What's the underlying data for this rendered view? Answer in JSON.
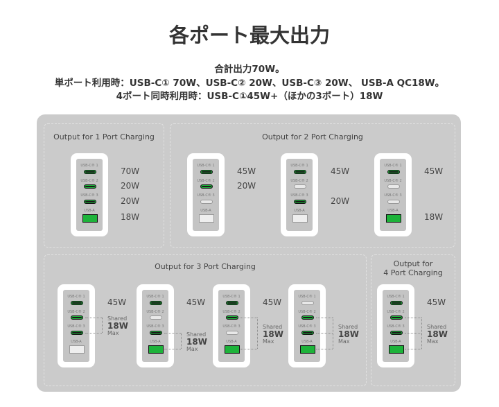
{
  "header": {
    "title": "各ポート最大出力",
    "line1": "合計出力70W。",
    "line2": "単ポート利用時：USB-C① 70W、USB-C② 20W、USB-C③ 20W、 USB-A QC18W。",
    "line3": "4ポート同時利用時：USB-C①45W+（ほかの3ポート）18W"
  },
  "port_labels": [
    "USB-C® 1",
    "USB-C® 2",
    "USB-C® 3",
    "USB-A"
  ],
  "shared": {
    "label": "Shared",
    "value": "18W",
    "max": "Max"
  },
  "colors": {
    "active": "#1db33a",
    "panel": "#cbcbcb"
  },
  "panels": [
    {
      "title": "Output for 1 Port Charging",
      "chargers": [
        {
          "active": [
            true,
            true,
            true,
            true
          ],
          "watts": [
            "70W",
            "20W",
            "20W",
            "18W"
          ]
        }
      ]
    },
    {
      "title": "Output for 2 Port Charging",
      "chargers": [
        {
          "active": [
            true,
            true,
            false,
            false
          ],
          "watts": [
            "45W",
            "20W",
            "",
            ""
          ]
        },
        {
          "active": [
            true,
            false,
            true,
            false
          ],
          "watts": [
            "45W",
            "",
            "20W",
            ""
          ]
        },
        {
          "active": [
            true,
            false,
            false,
            true
          ],
          "watts": [
            "45W",
            "",
            "",
            "18W"
          ]
        }
      ]
    },
    {
      "title": "Output for 3 Port Charging",
      "chargers": [
        {
          "active": [
            true,
            true,
            true,
            false
          ],
          "watts": [
            "45W",
            "",
            "",
            ""
          ],
          "shared_rows": [
            1,
            2
          ]
        },
        {
          "active": [
            true,
            false,
            true,
            true
          ],
          "watts": [
            "45W",
            "",
            "",
            ""
          ],
          "shared_rows": [
            2,
            3
          ]
        },
        {
          "active": [
            true,
            true,
            false,
            true
          ],
          "watts": [
            "45W",
            "",
            "",
            ""
          ],
          "shared_rows": [
            1,
            3
          ]
        },
        {
          "active": [
            false,
            true,
            true,
            true
          ],
          "watts": [
            "",
            "",
            "",
            ""
          ],
          "shared_rows": [
            1,
            2,
            3
          ]
        }
      ]
    },
    {
      "title": "Output for\n4 Port Charging",
      "chargers": [
        {
          "active": [
            true,
            true,
            true,
            true
          ],
          "watts": [
            "45W",
            "",
            "",
            ""
          ],
          "shared_rows": [
            1,
            2,
            3
          ]
        }
      ]
    }
  ]
}
